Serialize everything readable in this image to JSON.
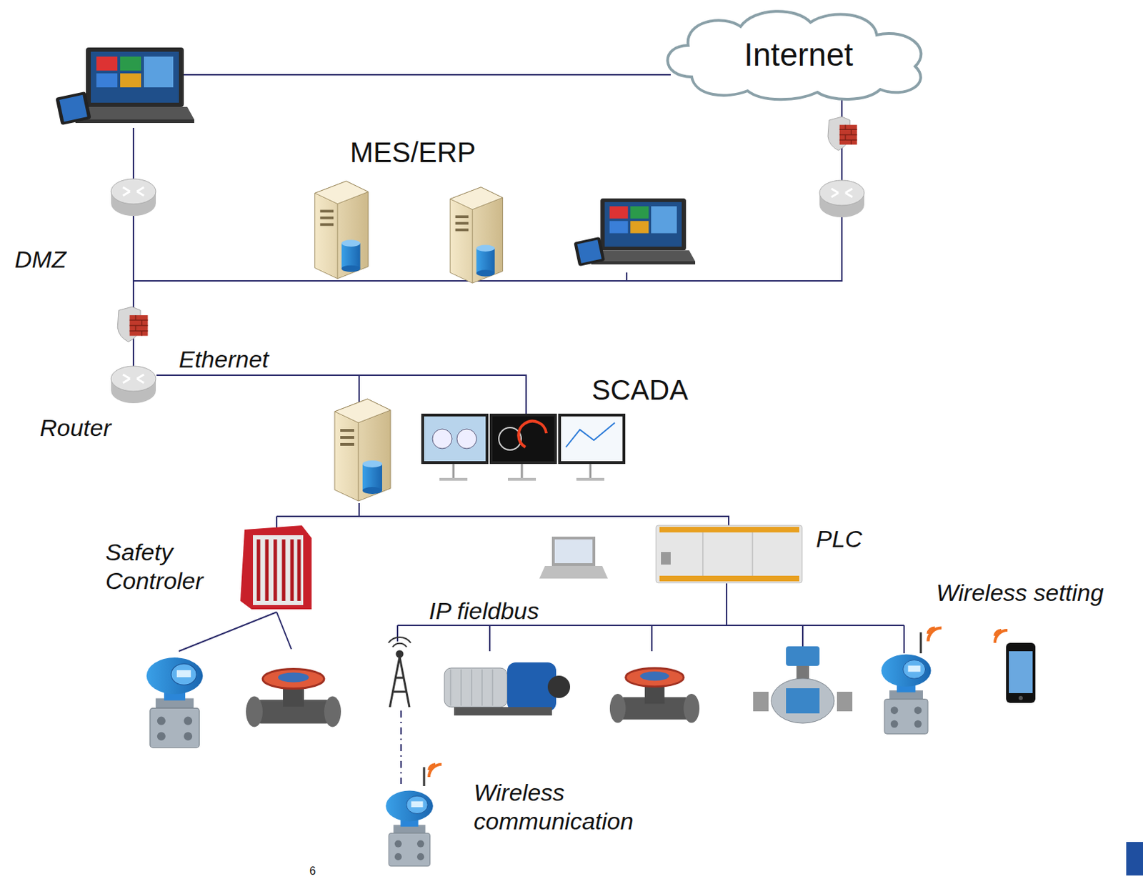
{
  "diagram": {
    "nodes": [
      {
        "text": [
          "Internet"
        ]
      }
    ],
    "edges": [],
    "labels": [
      "MES/ERP",
      "DMZ",
      "Ethernet",
      "SCADA",
      "Router",
      "Safety Controler",
      "PLC",
      "Wireless setting",
      "IP fieldbus",
      "Wireless communication",
      "6"
    ]
  }
}
